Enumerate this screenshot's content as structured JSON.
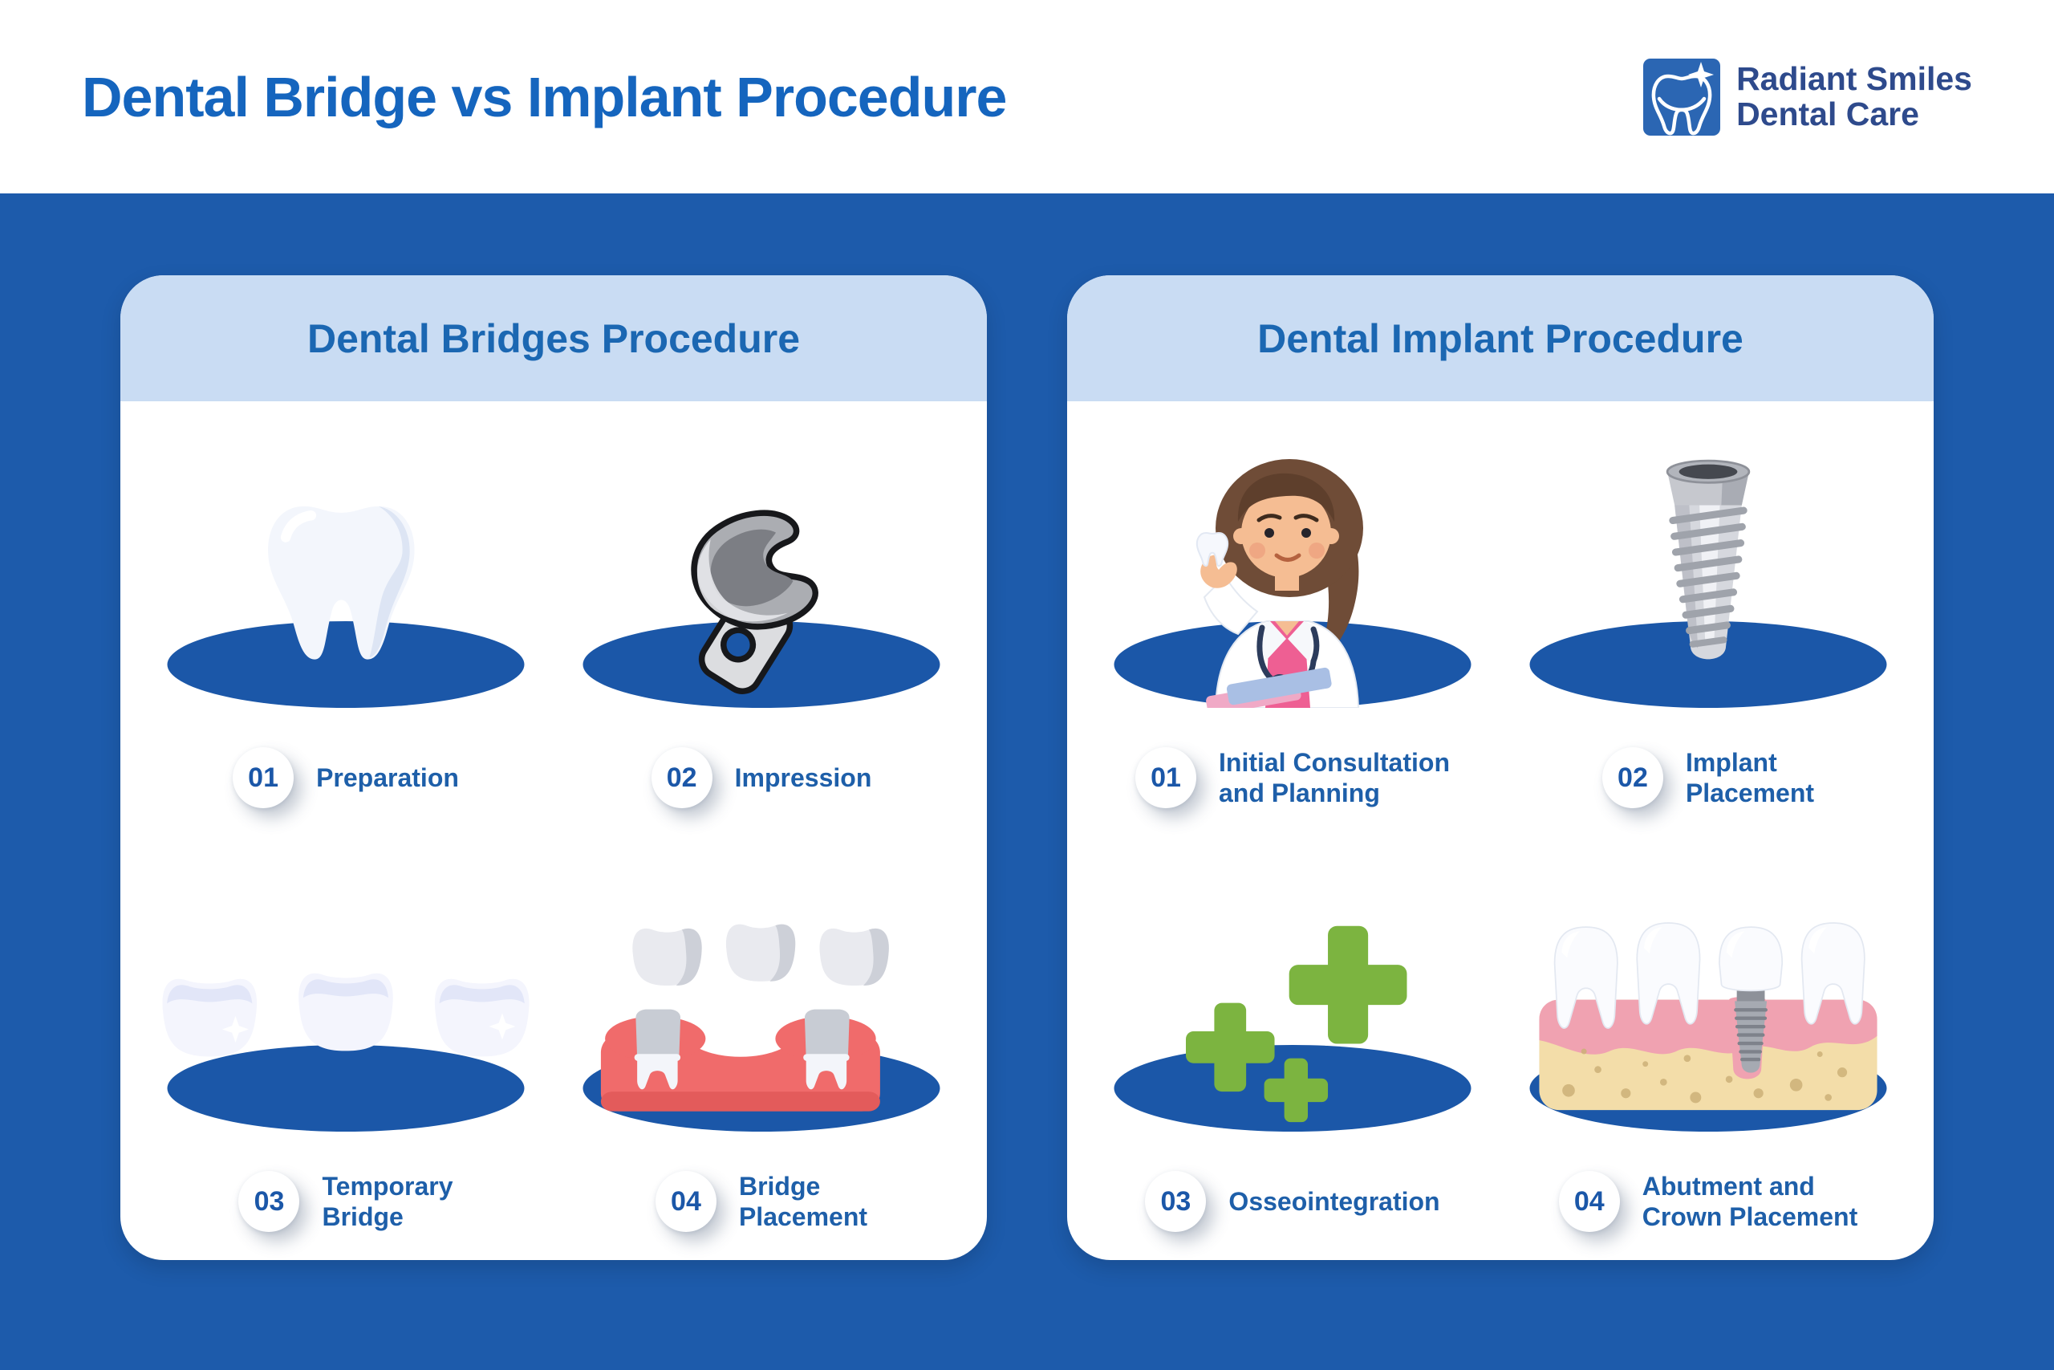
{
  "header": {
    "title": "Dental Bridge vs Implant Procedure",
    "logo": {
      "line1": "Radiant Smiles",
      "line2": "Dental Care",
      "mark_icon": "tooth-sparkle-icon"
    }
  },
  "colors": {
    "background_blue": "#1D5BAB",
    "ellipse_blue": "#1B57A8",
    "panel_header_blue": "#C9DCF3",
    "title_blue": "#1565BE",
    "panel_title_blue": "#1B67B2",
    "label_blue": "#1E5FA9",
    "logo_blue": "#2B66B3",
    "green_cross": "#7CB440",
    "gum_red": "#F06B6B",
    "bone_tan": "#F3DDA9"
  },
  "panels": [
    {
      "title": "Dental Bridges Procedure",
      "steps": [
        {
          "number": "01",
          "label": "Preparation",
          "icon": "tooth-icon"
        },
        {
          "number": "02",
          "label": "Impression",
          "icon": "impression-tray-icon"
        },
        {
          "number": "03",
          "label": "Temporary\nBridge",
          "icon": "temporary-bridge-icon"
        },
        {
          "number": "04",
          "label": "Bridge\nPlacement",
          "icon": "bridge-placement-icon"
        }
      ]
    },
    {
      "title": "Dental Implant Procedure",
      "steps": [
        {
          "number": "01",
          "label": "Initial Consultation\nand Planning",
          "icon": "dentist-icon"
        },
        {
          "number": "02",
          "label": "Implant\nPlacement",
          "icon": "implant-screw-icon"
        },
        {
          "number": "03",
          "label": "Osseointegration",
          "icon": "osseointegration-crosses-icon"
        },
        {
          "number": "04",
          "label": "Abutment and\nCrown Placement",
          "icon": "abutment-crown-icon"
        }
      ]
    }
  ]
}
